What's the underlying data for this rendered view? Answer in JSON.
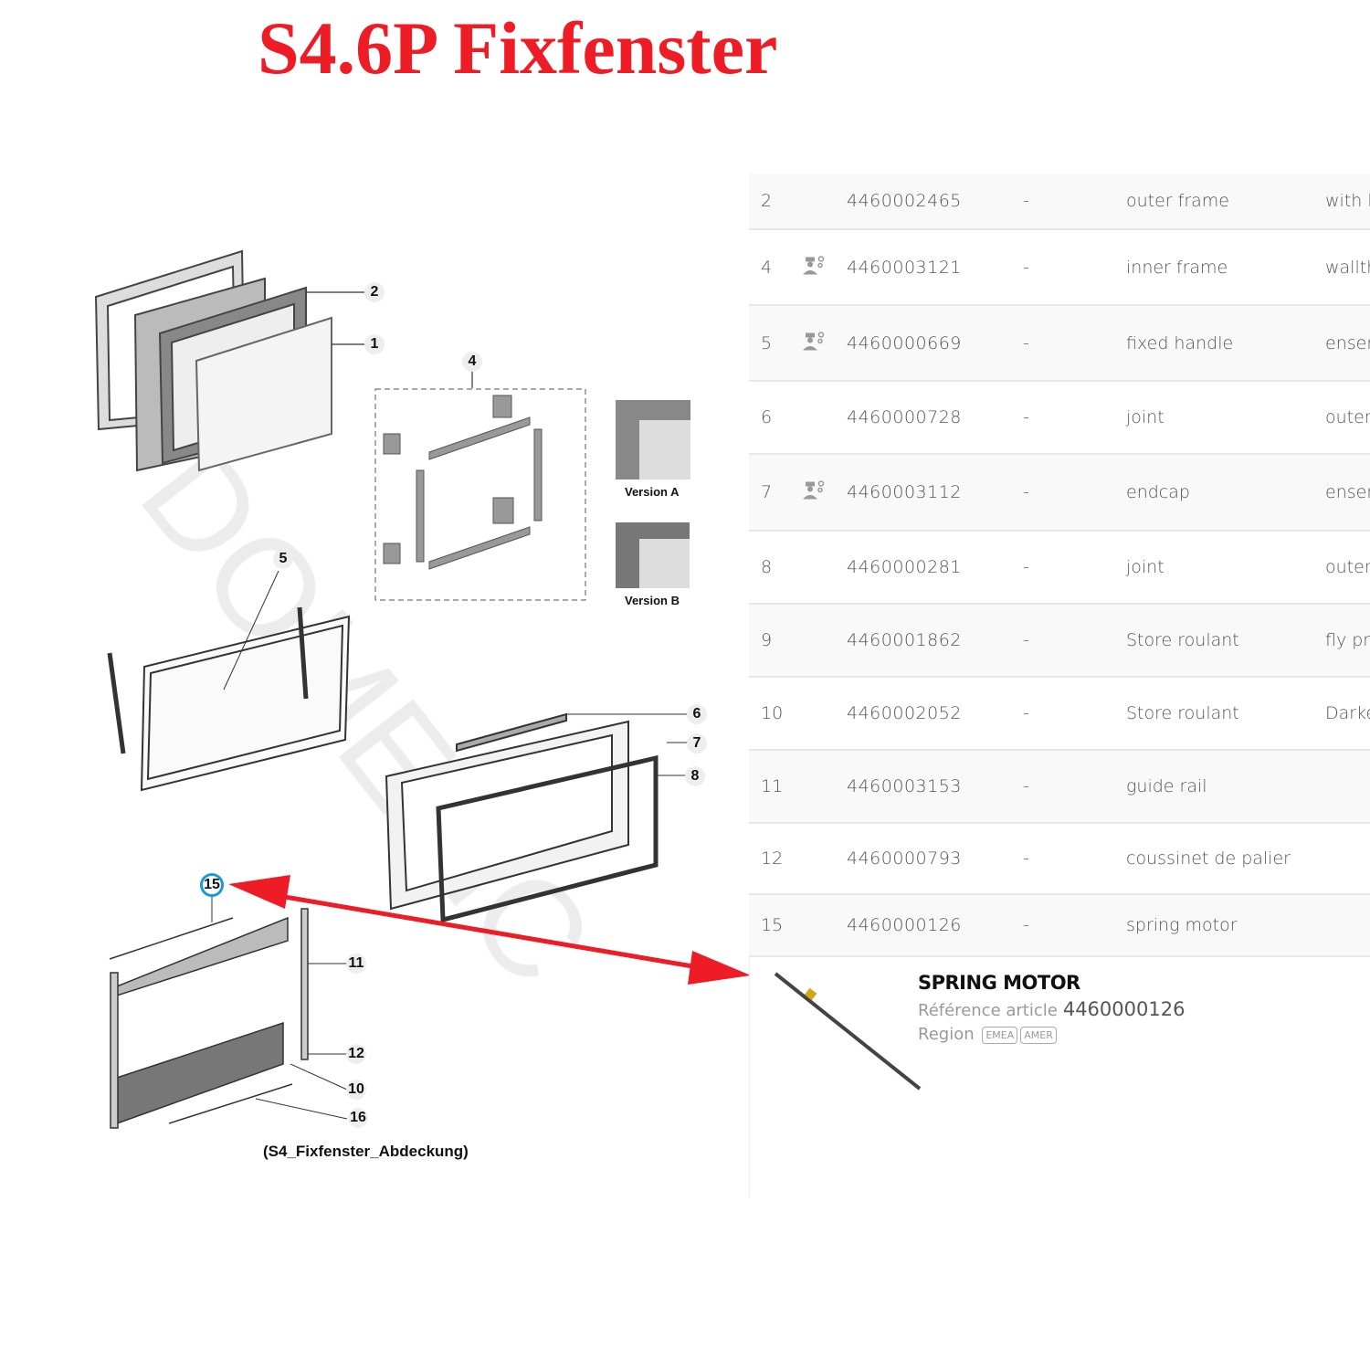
{
  "title": "S4.6P Fixfenster",
  "diagram": {
    "callouts": [
      "2",
      "1",
      "4",
      "5",
      "6",
      "7",
      "8",
      "15",
      "11",
      "12",
      "10",
      "16"
    ],
    "versions": [
      "Version A",
      "Version B"
    ],
    "caption": "(S4_Fixfenster_Abdeckung)",
    "watermark": "DOMETIC",
    "highlight_color": "#1a9ad6",
    "arrow_color": "#ee1c25"
  },
  "parts": [
    {
      "pos": "2",
      "icon": false,
      "pn": "4460002465",
      "dash": "-",
      "desc": "outer frame",
      "extra": "with h"
    },
    {
      "pos": "4",
      "icon": true,
      "pn": "4460003121",
      "dash": "-",
      "desc": "inner frame",
      "extra": "wallth"
    },
    {
      "pos": "5",
      "icon": true,
      "pn": "4460000669",
      "dash": "-",
      "desc": "fixed handle",
      "extra": "enser"
    },
    {
      "pos": "6",
      "icon": false,
      "pn": "4460000728",
      "dash": "-",
      "desc": "joint",
      "extra": "outer"
    },
    {
      "pos": "7",
      "icon": true,
      "pn": "4460003112",
      "dash": "-",
      "desc": "endcap",
      "extra": "enser"
    },
    {
      "pos": "8",
      "icon": false,
      "pn": "4460000281",
      "dash": "-",
      "desc": "joint",
      "extra": "outer"
    },
    {
      "pos": "9",
      "icon": false,
      "pn": "4460001862",
      "dash": "-",
      "desc": "Store roulant",
      "extra": "fly pro"
    },
    {
      "pos": "10",
      "icon": false,
      "pn": "4460002052",
      "dash": "-",
      "desc": "Store roulant",
      "extra": "Darke"
    },
    {
      "pos": "11",
      "icon": false,
      "pn": "4460003153",
      "dash": "-",
      "desc": "guide rail",
      "extra": ""
    },
    {
      "pos": "12",
      "icon": false,
      "pn": "4460000793",
      "dash": "-",
      "desc": "coussinet de palier",
      "extra": ""
    },
    {
      "pos": "15",
      "icon": false,
      "pn": "4460000126",
      "dash": "-",
      "desc": "spring motor",
      "extra": ""
    }
  ],
  "detail": {
    "name": "SPRING MOTOR",
    "ref_label": "Référence article",
    "ref_value": "4460000126",
    "region_label": "Region",
    "regions": [
      "EMEA",
      "AMER"
    ]
  }
}
